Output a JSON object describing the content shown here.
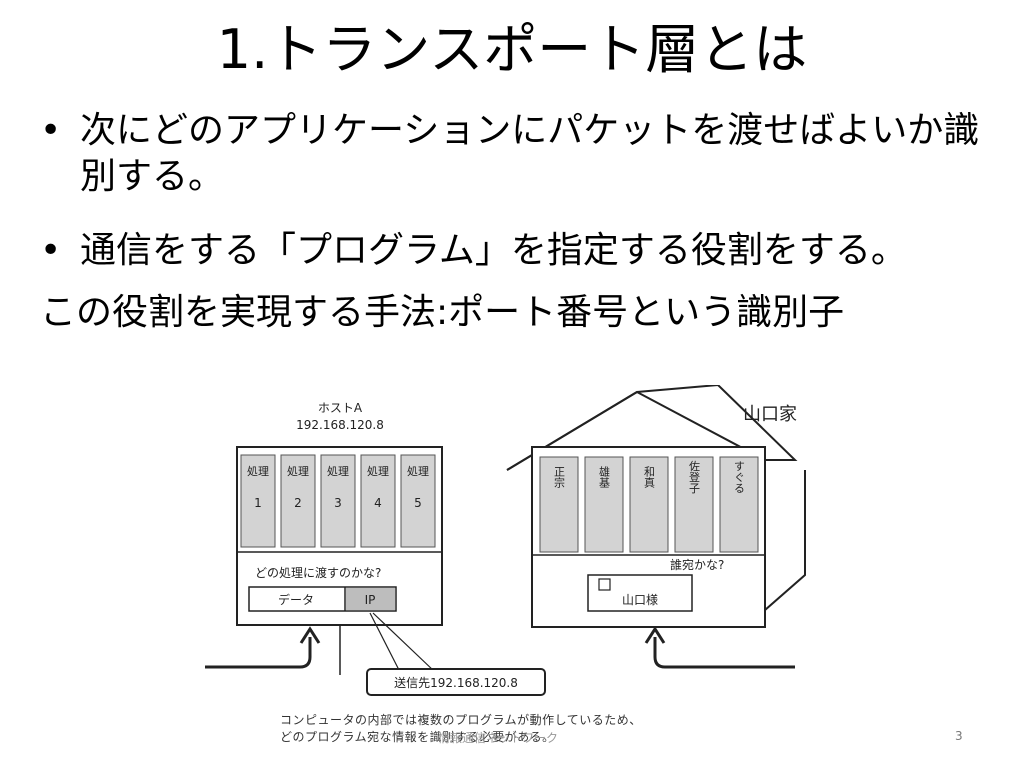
{
  "title": "1.トランスポート層とは",
  "bullets": [
    {
      "marker": "•",
      "text": "次にどのアプリケーションにパケットを渡せばよいか識別する。"
    },
    {
      "marker": "•",
      "text": "通信をする「プログラム」を指定する役割をする。"
    }
  ],
  "summary": "この役割を実現する手法:ポート番号という識別子",
  "figure": {
    "host": {
      "name": "ホストA",
      "ip": "192.168.120.8",
      "processes": [
        {
          "label": "処理",
          "num": "1"
        },
        {
          "label": "処理",
          "num": "2"
        },
        {
          "label": "処理",
          "num": "3"
        },
        {
          "label": "処理",
          "num": "4"
        },
        {
          "label": "処理",
          "num": "5"
        }
      ],
      "question": "どの処理に渡すのかな?",
      "packet_data": "データ",
      "packet_ip": "IP",
      "destination": "送信先192.168.120.8"
    },
    "house": {
      "name": "山口家",
      "members": [
        "正宗",
        "雄基",
        "和真",
        "佐登子",
        "すぐる"
      ],
      "question": "誰宛かな?",
      "mail": "山口様"
    }
  },
  "caption": {
    "line1": "コンピュータの内部では複数のプログラムが動作しているため、",
    "line2": "どのプログラム宛な情報を識別する必要がある。"
  },
  "footer": "情報通信ネットワーク",
  "page_number": "3"
}
